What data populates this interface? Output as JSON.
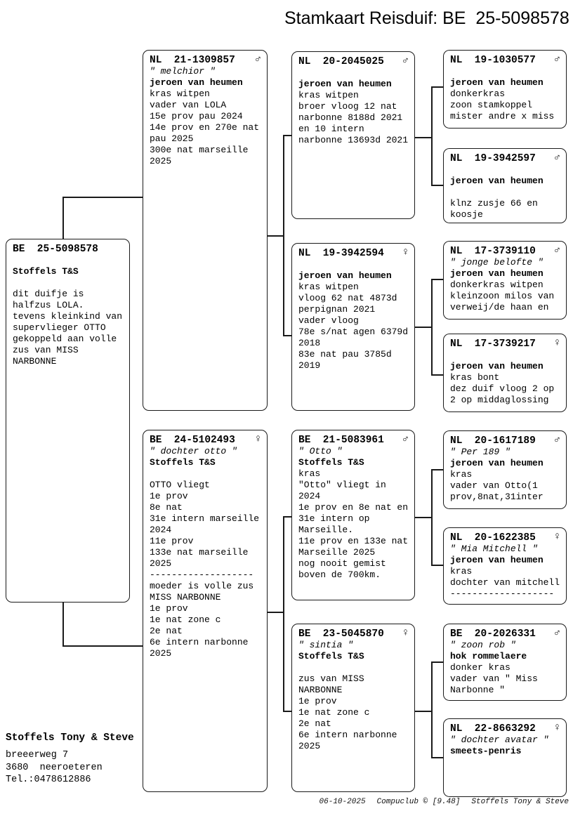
{
  "title": "Stamkaart Reisduif: BE  25-5098578",
  "boxes": [
    {
      "id": "subject",
      "ring": "BE  25-5098578",
      "sex": "",
      "lines": [
        {
          "s": "n",
          "t": ""
        },
        {
          "s": "b",
          "t": "Stoffels T&S"
        },
        {
          "s": "n",
          "t": ""
        },
        {
          "s": "n",
          "t": "dit duifje is"
        },
        {
          "s": "n",
          "t": "halfzus LOLA."
        },
        {
          "s": "n",
          "t": "tevens kleinkind van"
        },
        {
          "s": "n",
          "t": "supervlieger OTTO"
        },
        {
          "s": "n",
          "t": "gekoppeld aan volle"
        },
        {
          "s": "n",
          "t": "zus van MISS"
        },
        {
          "s": "n",
          "t": "NARBONNE"
        }
      ]
    },
    {
      "id": "sire",
      "ring": "NL  21-1309857",
      "sex": "♂",
      "lines": [
        {
          "s": "i",
          "t": "\" melchior \""
        },
        {
          "s": "b",
          "t": "jeroen van heumen"
        },
        {
          "s": "n",
          "t": "kras witpen"
        },
        {
          "s": "n",
          "t": "vader van LOLA"
        },
        {
          "s": "n",
          "t": "15e prov pau 2024"
        },
        {
          "s": "n",
          "t": "14e prov en 270e nat"
        },
        {
          "s": "n",
          "t": "pau 2025"
        },
        {
          "s": "n",
          "t": "300e nat marseille"
        },
        {
          "s": "n",
          "t": "2025"
        }
      ]
    },
    {
      "id": "dam",
      "ring": "BE  24-5102493",
      "sex": "♀",
      "lines": [
        {
          "s": "i",
          "t": "\" dochter otto \""
        },
        {
          "s": "b",
          "t": "Stoffels T&S"
        },
        {
          "s": "n",
          "t": ""
        },
        {
          "s": "n",
          "t": "OTTO vliegt"
        },
        {
          "s": "n",
          "t": "1e prov"
        },
        {
          "s": "n",
          "t": "8e nat"
        },
        {
          "s": "n",
          "t": "31e intern marseille"
        },
        {
          "s": "n",
          "t": "2024"
        },
        {
          "s": "n",
          "t": "11e prov"
        },
        {
          "s": "n",
          "t": "133e nat marseille"
        },
        {
          "s": "n",
          "t": "2025"
        },
        {
          "s": "n",
          "t": "-------------------"
        },
        {
          "s": "n",
          "t": "moeder is volle zus"
        },
        {
          "s": "n",
          "t": "MISS NARBONNE"
        },
        {
          "s": "n",
          "t": "1e prov"
        },
        {
          "s": "n",
          "t": "1e nat zone c"
        },
        {
          "s": "n",
          "t": "2e nat"
        },
        {
          "s": "n",
          "t": "6e intern narbonne"
        },
        {
          "s": "n",
          "t": "2025"
        }
      ]
    },
    {
      "id": "ss",
      "ring": "NL  20-2045025",
      "sex": "♂",
      "lines": [
        {
          "s": "n",
          "t": ""
        },
        {
          "s": "b",
          "t": "jeroen van heumen"
        },
        {
          "s": "n",
          "t": "kras witpen"
        },
        {
          "s": "n",
          "t": "broer vloog 12 nat"
        },
        {
          "s": "n",
          "t": "narbonne 8188d 2021"
        },
        {
          "s": "n",
          "t": "en 10 intern"
        },
        {
          "s": "n",
          "t": "narbonne 13693d 2021"
        }
      ]
    },
    {
      "id": "sd",
      "ring": "NL  19-3942594",
      "sex": "♀",
      "lines": [
        {
          "s": "n",
          "t": ""
        },
        {
          "s": "b",
          "t": "jeroen van heumen"
        },
        {
          "s": "n",
          "t": "kras witpen"
        },
        {
          "s": "n",
          "t": "vloog 62 nat 4873d"
        },
        {
          "s": "n",
          "t": "perpignan 2021"
        },
        {
          "s": "n",
          "t": "vader vloog"
        },
        {
          "s": "n",
          "t": "78e s/nat agen 6379d"
        },
        {
          "s": "n",
          "t": "2018"
        },
        {
          "s": "n",
          "t": "83e nat pau 3785d"
        },
        {
          "s": "n",
          "t": "2019"
        }
      ]
    },
    {
      "id": "ds",
      "ring": "BE  21-5083961",
      "sex": "♂",
      "lines": [
        {
          "s": "i",
          "t": "\" Otto \""
        },
        {
          "s": "b",
          "t": "Stoffels T&S"
        },
        {
          "s": "n",
          "t": "kras"
        },
        {
          "s": "n",
          "t": "\"Otto\" vliegt in"
        },
        {
          "s": "n",
          "t": "2024"
        },
        {
          "s": "n",
          "t": "1e prov en 8e nat en"
        },
        {
          "s": "n",
          "t": "31e intern op"
        },
        {
          "s": "n",
          "t": "Marseille."
        },
        {
          "s": "n",
          "t": "11e prov en 133e nat"
        },
        {
          "s": "n",
          "t": "Marseille 2025"
        },
        {
          "s": "n",
          "t": "nog nooit gemist"
        },
        {
          "s": "n",
          "t": "boven de 700km."
        }
      ]
    },
    {
      "id": "dd",
      "ring": "BE  23-5045870",
      "sex": "♀",
      "lines": [
        {
          "s": "i",
          "t": "\" sintia \""
        },
        {
          "s": "b",
          "t": "Stoffels T&S"
        },
        {
          "s": "n",
          "t": ""
        },
        {
          "s": "n",
          "t": "zus van MISS"
        },
        {
          "s": "n",
          "t": "NARBONNE"
        },
        {
          "s": "n",
          "t": "1e prov"
        },
        {
          "s": "n",
          "t": "1e nat zone c"
        },
        {
          "s": "n",
          "t": "2e nat"
        },
        {
          "s": "n",
          "t": "6e intern narbonne"
        },
        {
          "s": "n",
          "t": "2025"
        }
      ]
    },
    {
      "id": "sss",
      "ring": "NL  19-1030577",
      "sex": "♂",
      "lines": [
        {
          "s": "n",
          "t": ""
        },
        {
          "s": "b",
          "t": "jeroen van heumen"
        },
        {
          "s": "n",
          "t": "donkerkras"
        },
        {
          "s": "n",
          "t": "zoon stamkoppel"
        },
        {
          "s": "n",
          "t": "mister andre x miss"
        }
      ]
    },
    {
      "id": "ssd",
      "ring": "NL  19-3942597",
      "sex": "♂",
      "lines": [
        {
          "s": "n",
          "t": ""
        },
        {
          "s": "b",
          "t": "jeroen van heumen"
        },
        {
          "s": "n",
          "t": ""
        },
        {
          "s": "n",
          "t": "klnz zusje 66 en"
        },
        {
          "s": "n",
          "t": "koosje"
        }
      ]
    },
    {
      "id": "sds",
      "ring": "NL  17-3739110",
      "sex": "♂",
      "lines": [
        {
          "s": "i",
          "t": "\" jonge belofte \""
        },
        {
          "s": "b",
          "t": "jeroen van heumen"
        },
        {
          "s": "n",
          "t": "donkerkras witpen"
        },
        {
          "s": "n",
          "t": "kleinzoon milos van"
        },
        {
          "s": "n",
          "t": "verweij/de haan en"
        }
      ]
    },
    {
      "id": "sdd",
      "ring": "NL  17-3739217",
      "sex": "♀",
      "lines": [
        {
          "s": "n",
          "t": ""
        },
        {
          "s": "b",
          "t": "jeroen van heumen"
        },
        {
          "s": "n",
          "t": "kras bont"
        },
        {
          "s": "n",
          "t": "dez duif vloog 2 op"
        },
        {
          "s": "n",
          "t": "2 op middaglossing"
        }
      ]
    },
    {
      "id": "dss",
      "ring": "NL  20-1617189",
      "sex": "♂",
      "lines": [
        {
          "s": "i",
          "t": "\" Per 189 \""
        },
        {
          "s": "b",
          "t": "jeroen van heumen"
        },
        {
          "s": "n",
          "t": "kras"
        },
        {
          "s": "n",
          "t": "vader van Otto(1"
        },
        {
          "s": "n",
          "t": "prov,8nat,31inter"
        }
      ]
    },
    {
      "id": "dsd",
      "ring": "NL  20-1622385",
      "sex": "♀",
      "lines": [
        {
          "s": "i",
          "t": "\" Mia Mitchell \""
        },
        {
          "s": "b",
          "t": "jeroen van heumen"
        },
        {
          "s": "n",
          "t": "kras"
        },
        {
          "s": "n",
          "t": "dochter van mitchell"
        },
        {
          "s": "n",
          "t": "-------------------"
        }
      ]
    },
    {
      "id": "dds",
      "ring": "BE  20-2026331",
      "sex": "♂",
      "lines": [
        {
          "s": "i",
          "t": "\" zoon rob \""
        },
        {
          "s": "b",
          "t": "hok rommelaere"
        },
        {
          "s": "n",
          "t": "donker kras"
        },
        {
          "s": "n",
          "t": "vader van \" Miss"
        },
        {
          "s": "n",
          "t": "Narbonne \""
        }
      ]
    },
    {
      "id": "ddd",
      "ring": "NL  22-8663292",
      "sex": "♀",
      "lines": [
        {
          "s": "i",
          "t": "\" dochter avatar \""
        },
        {
          "s": "b",
          "t": "smeets-penris"
        }
      ]
    }
  ],
  "owner": {
    "name": "Stoffels Tony & Steve",
    "address": [
      "breeerweg 7",
      "3680  neeroeteren",
      "Tel.:0478612886"
    ]
  },
  "footer": {
    "date": "06-10-2025",
    "program": "Compuclub © [9.48]",
    "owner": "Stoffels Tony & Steve"
  }
}
